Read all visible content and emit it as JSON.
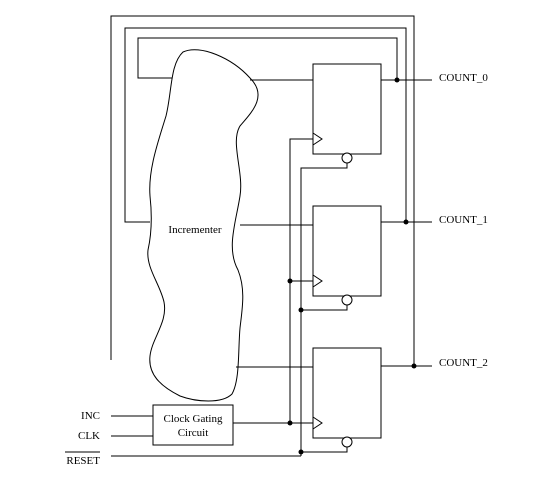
{
  "labels": {
    "incrementer": "Incrementer",
    "clock_gating_line1": "Clock Gating",
    "clock_gating_line2": "Circuit",
    "inc": "INC",
    "clk": "CLK",
    "reset": "RESET",
    "count_0": "COUNT_0",
    "count_1": "COUNT_1",
    "count_2": "COUNT_2"
  }
}
